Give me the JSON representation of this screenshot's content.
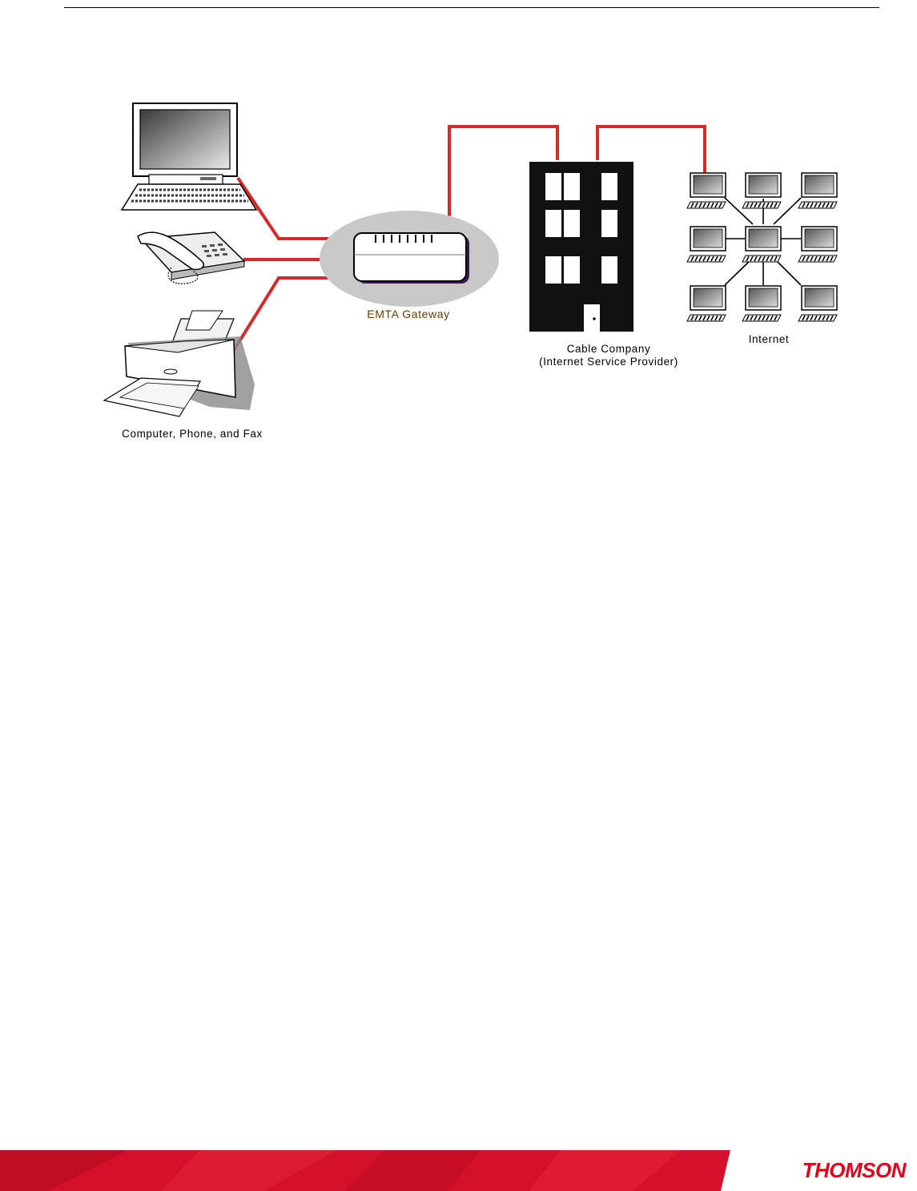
{
  "diagram": {
    "labels": {
      "emta_gateway": "EMTA Gateway",
      "cable_company_line1": "Cable Company",
      "cable_company_line2": "(Internet Service Provider)",
      "internet": "Internet",
      "client_devices": "Computer, Phone, and Fax"
    },
    "colors": {
      "connection_line": "#d42a2a",
      "building": "#111111",
      "gateway_oval": "#c8c8c8"
    },
    "icons": [
      "computer-icon",
      "telephone-icon",
      "printer-icon",
      "gateway-device-icon",
      "building-icon",
      "network-computer-icon"
    ]
  },
  "footer": {
    "brand": "THOMSON",
    "colors": {
      "band": "#d5102a",
      "brand_text": "#e2001a"
    }
  }
}
